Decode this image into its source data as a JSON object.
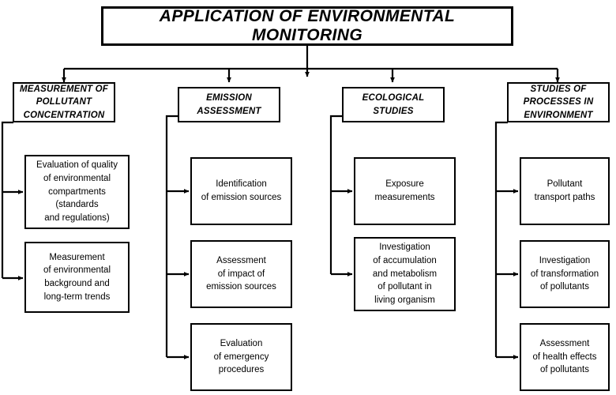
{
  "diagram": {
    "title_node": {
      "label": "APPLICATION OF ENVIRONMENTAL MONITORING"
    },
    "columns": [
      {
        "category": "MEASUREMENT OF\nPOLLUTANT\nCONCENTRATION",
        "items": [
          "Evaluation of quality\nof environmental\ncompartments\n(standards\nand regulations)",
          "Measurement\nof environmental\nbackground and\nlong-term trends"
        ]
      },
      {
        "category": "EMISSION\nASSESSMENT",
        "items": [
          "Identification\nof emission sources",
          "Assessment\nof impact of\nemission sources",
          "Evaluation\nof emergency\nprocedures"
        ]
      },
      {
        "category": "ECOLOGICAL\nSTUDIES",
        "items": [
          "Exposure\nmeasurements",
          "Investigation\nof accumulation\nand metabolism\nof pollutant in\nliving organism"
        ]
      },
      {
        "category": "STUDIES OF\nPROCESSES IN\nENVIRONMENT",
        "items": [
          "Pollutant\ntransport paths",
          "Investigation\nof transformation\nof pollutants",
          "Assessment\nof health effects\nof pollutants"
        ]
      }
    ],
    "colors": {
      "background": "#ffffff",
      "stroke": "#000000",
      "text": "#000000"
    }
  }
}
